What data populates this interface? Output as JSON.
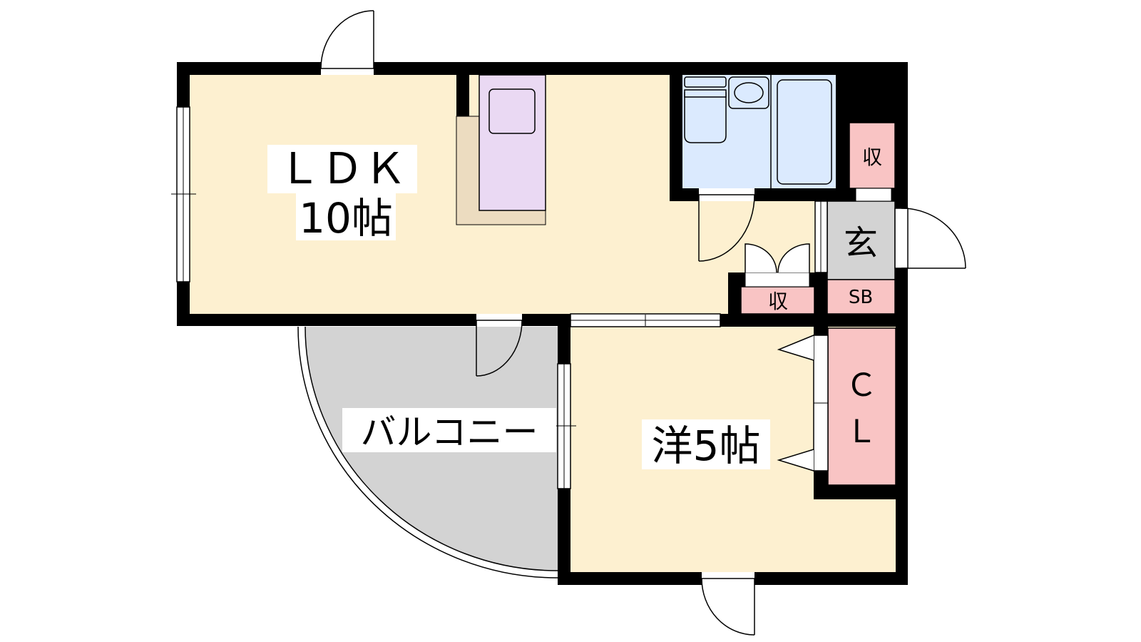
{
  "rooms": {
    "ldk": {
      "name": "ＬＤＫ",
      "size": "10帖"
    },
    "western": {
      "label": "洋5帖"
    },
    "balcony": {
      "label": "バルコニー"
    },
    "entrance": {
      "label": "玄"
    },
    "shoe_box": {
      "label": "SB"
    },
    "closet": {
      "line1": "Ｃ",
      "line2": "Ｌ"
    },
    "storage_upper": {
      "label": "収"
    },
    "storage_lower": {
      "label": "収"
    }
  },
  "colors": {
    "room_floor": "#fdf0d0",
    "wet_area": "#dbeafe",
    "storage": "#f9c4c4",
    "entrance": "#d3d3d3",
    "balcony": "#d3d3d3",
    "kitchen": "#ead9f3",
    "kitchen_counter": "#ecdcc0",
    "wall": "#000000"
  }
}
